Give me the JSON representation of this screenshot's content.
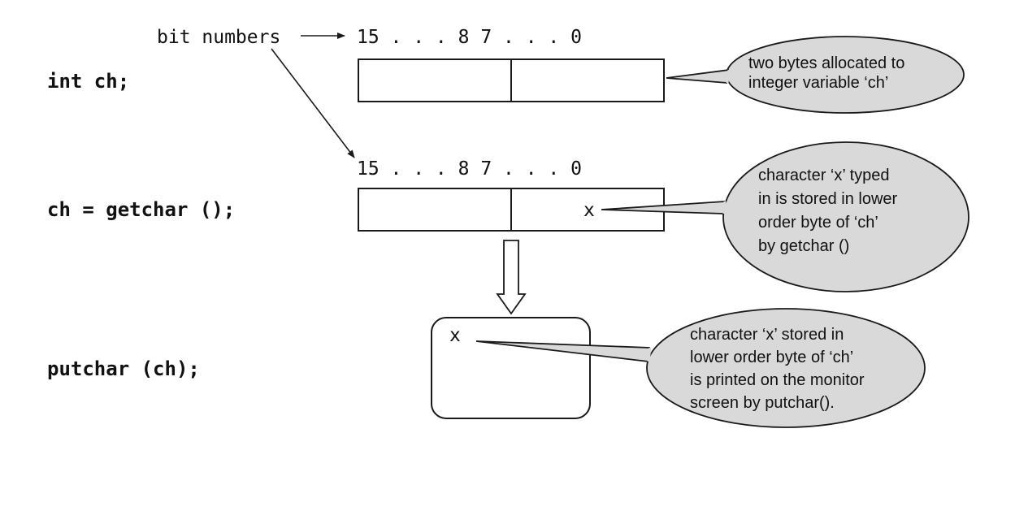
{
  "code_lines": {
    "declaration": "int ch;",
    "read": "ch = getchar ();",
    "write": "putchar (ch);"
  },
  "bit_label": "bit numbers",
  "bit_scales": {
    "top": "15 . . . 8 7 . . . 0",
    "middle": "15 . . . 8 7 . . . 0"
  },
  "stored_char": "x",
  "screen_char": "x",
  "callouts": {
    "allocation": [
      "two bytes allocated to",
      "integer variable ‘ch’"
    ],
    "getchar": [
      "character ‘x’ typed",
      "in is stored in lower",
      "order byte of ‘ch’",
      "by getchar ()"
    ],
    "putchar": [
      "character ‘x’ stored in",
      "lower order byte of ‘ch’",
      "is printed on the monitor",
      "screen by putchar()."
    ]
  },
  "colors": {
    "callout_fill": "#d9d9d9",
    "stroke": "#1a1a1a",
    "text": "#111111"
  }
}
